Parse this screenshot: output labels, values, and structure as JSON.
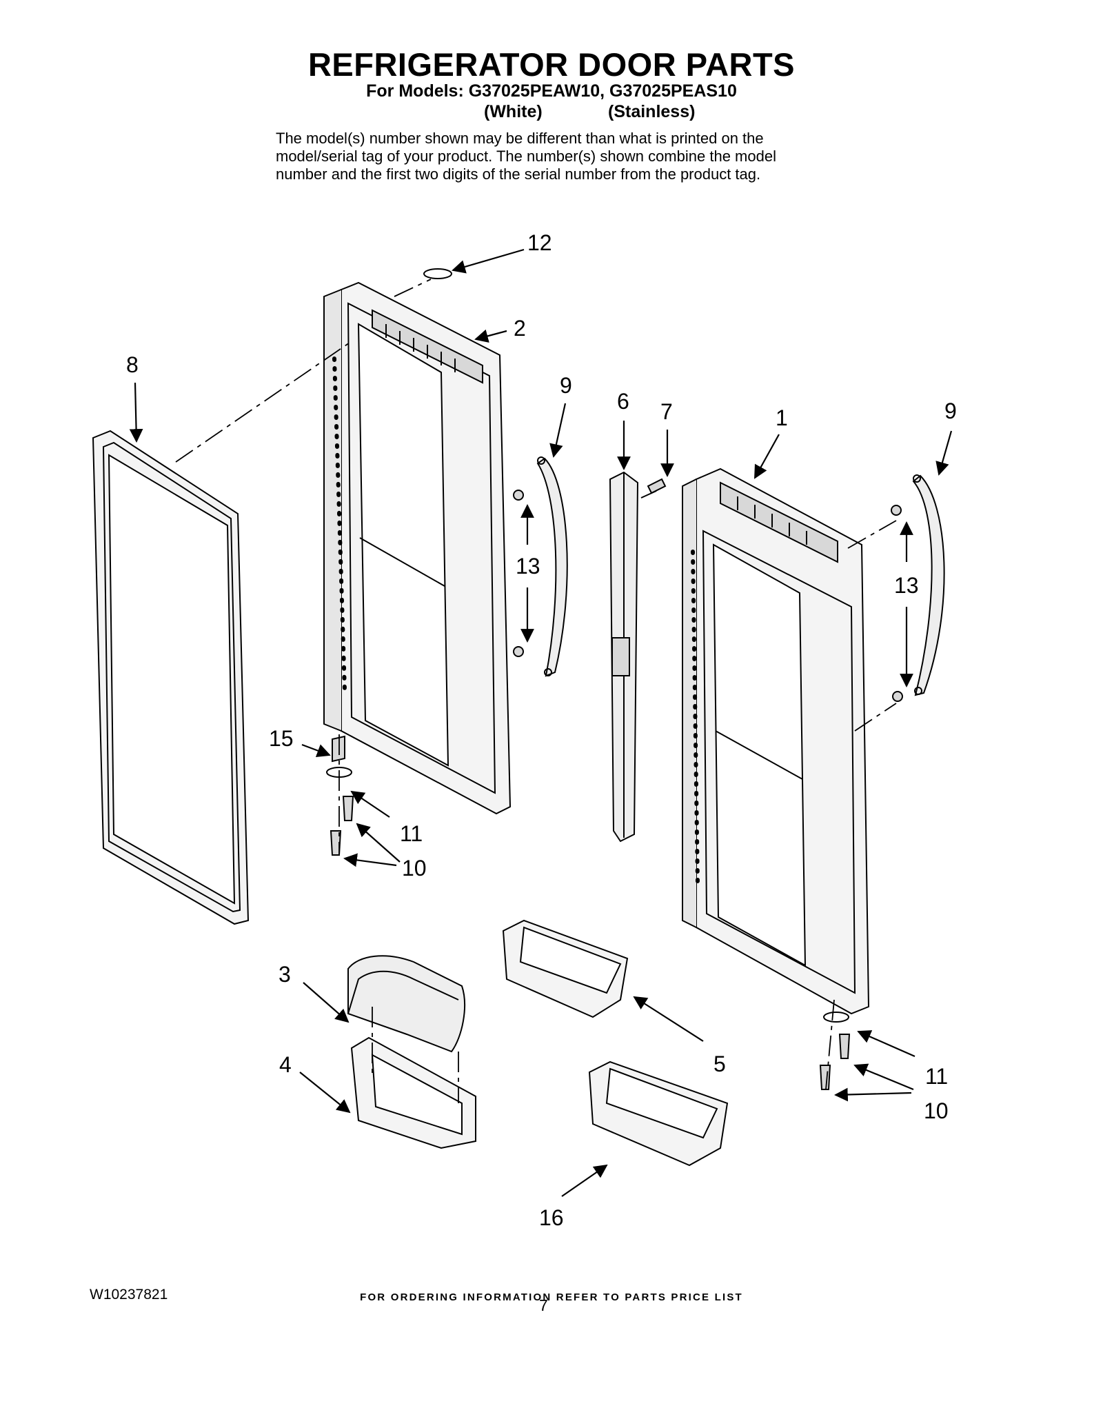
{
  "header": {
    "title": "REFRIGERATOR DOOR PARTS",
    "models_line": "For Models: G37025PEAW10, G37025PEAS10",
    "variant_white": "(White)",
    "variant_stainless": "(Stainless)",
    "description_lines": [
      "The model(s) number shown may be different than what is printed on the",
      "model/serial tag of your product. The number(s) shown combine the model",
      "number and the first two digits of the serial number from the product tag."
    ]
  },
  "callouts": [
    "12",
    "2",
    "8",
    "9",
    "6",
    "7",
    "1",
    "9",
    "13",
    "13",
    "15",
    "11",
    "10",
    "3",
    "5",
    "11",
    "4",
    "10",
    "16"
  ],
  "footer": {
    "ordering_info": "FOR ORDERING INFORMATION REFER TO PARTS PRICE LIST",
    "document_number": "W10237821",
    "page_number": "7"
  },
  "colors": {
    "ink": "#000000",
    "part_fill": "#f4f4f4",
    "shade": "#d8d8d8"
  }
}
